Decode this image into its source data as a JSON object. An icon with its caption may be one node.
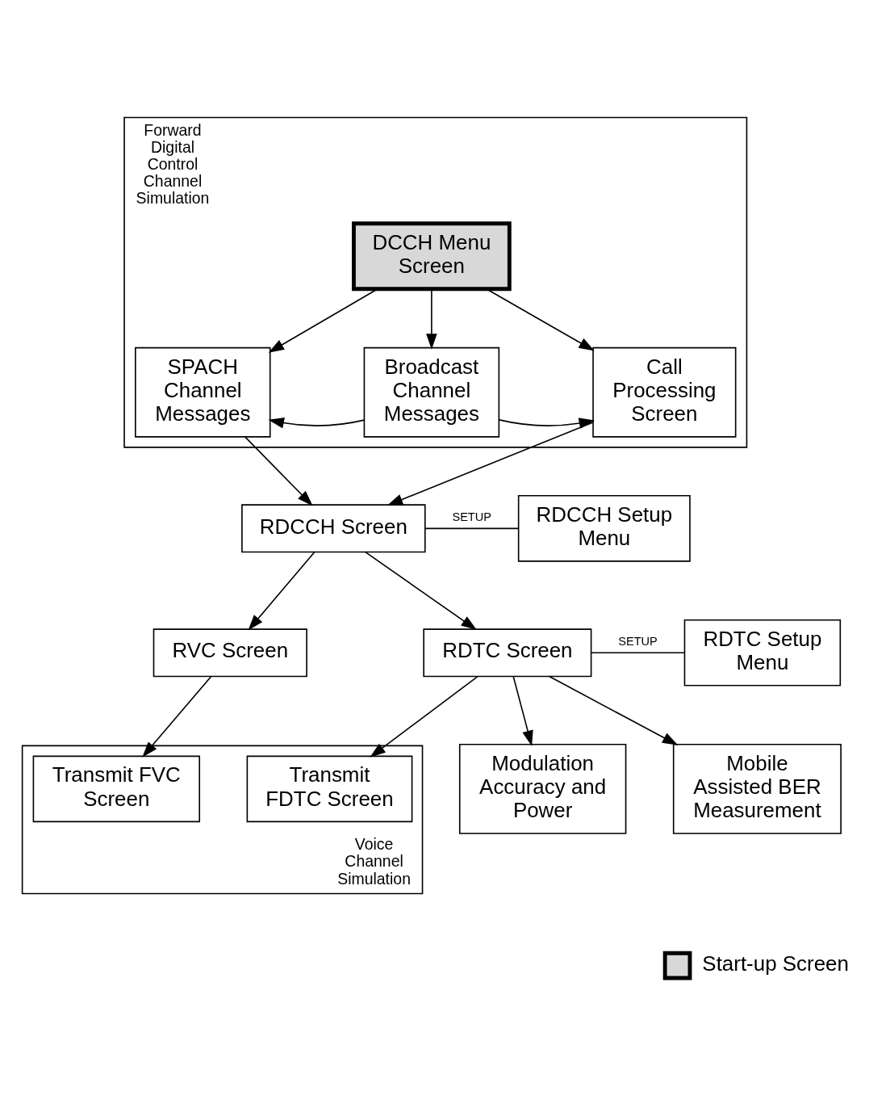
{
  "diagram": {
    "nodes": [
      {
        "text": [
          "Forward Digital Control Channel Simulation"
        ]
      },
      {
        "text": [
          "DCCH Menu Screen"
        ],
        "in": 0
      },
      {
        "text": [
          "SPACH Channel Messages"
        ],
        "in": 0
      },
      {
        "text": [
          "Broadcast Channel Messages"
        ],
        "in": 0
      },
      {
        "text": [
          "Call Processing Screen"
        ],
        "in": 0
      },
      {
        "text": [
          "RDCCH Screen"
        ]
      },
      {
        "text": [
          "RDCCH Setup Menu"
        ]
      },
      {
        "text": [
          "RVC Screen"
        ]
      },
      {
        "text": [
          "RDTC Screen"
        ]
      },
      {
        "text": [
          "RDTC Setup Menu"
        ]
      },
      {
        "text": [
          "Modulation Accuracy and Power"
        ]
      },
      {
        "text": [
          "Mobile Assisted BER Measurement"
        ]
      },
      {
        "text": [
          "Voice Channel Simulation"
        ]
      },
      {
        "text": [
          "Transmit FVC Screen"
        ],
        "in": 12
      },
      {
        "text": [
          "Transmit FDTC Screen"
        ],
        "in": 12
      }
    ],
    "edges": [
      {
        "from": 1,
        "to": 2,
        "arrow": "to"
      },
      {
        "from": 1,
        "to": 3,
        "arrow": "to"
      },
      {
        "from": 1,
        "to": 4,
        "arrow": "to"
      },
      {
        "from": 3,
        "to": 2,
        "arrow": "to"
      },
      {
        "from": 3,
        "to": 4,
        "arrow": "to"
      },
      {
        "from": 2,
        "to": 5,
        "arrow": "to"
      },
      {
        "from": 4,
        "to": 5,
        "arrow": "to"
      },
      {
        "from": 5,
        "to": 6,
        "arrow": "none",
        "label": "SETUP"
      },
      {
        "from": 5,
        "to": 7,
        "arrow": "to"
      },
      {
        "from": 5,
        "to": 8,
        "arrow": "to"
      },
      {
        "from": 8,
        "to": 9,
        "arrow": "none",
        "label": "SETUP"
      },
      {
        "from": 8,
        "to": 10,
        "arrow": "to"
      },
      {
        "from": 8,
        "to": 11,
        "arrow": "to"
      },
      {
        "from": 7,
        "to": 13,
        "arrow": "to"
      },
      {
        "from": 8,
        "to": 14,
        "arrow": "to"
      }
    ],
    "legend": [
      {
        "text": "Start-up Screen"
      }
    ]
  }
}
